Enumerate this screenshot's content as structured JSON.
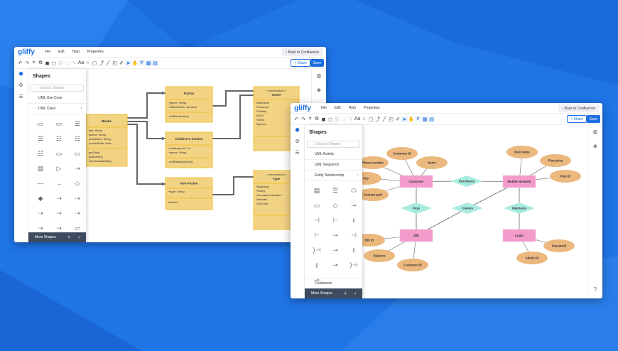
{
  "colors": {
    "background": "#1f74e6",
    "brand": "#1d6fe0",
    "uml_box": "#f2d384",
    "uml_border": "#f0c030",
    "er_entity": "#f39ccc",
    "er_relationship": "#a8ebdf",
    "er_attribute": "#ebb87e",
    "connector": "#666666"
  },
  "app": {
    "logo": "gliffy",
    "menu": [
      "File",
      "Edit",
      "Help",
      "Properties"
    ],
    "back_label": "Back to Confluence",
    "share_label": "Share",
    "save_label": "Save",
    "toolbar": [
      {
        "icon": "undo-icon",
        "g": "↶"
      },
      {
        "icon": "redo-icon",
        "g": "↷"
      },
      {
        "icon": "group-icon",
        "g": "⌗"
      },
      {
        "icon": "duplicate-icon",
        "g": "⧉"
      },
      {
        "icon": "bring-front-icon",
        "g": "◼"
      },
      {
        "icon": "send-back-icon",
        "g": "◻"
      },
      {
        "icon": "link-icon",
        "g": "⛓",
        "dis": true
      },
      {
        "icon": "comment-icon",
        "g": "▭",
        "dis": true
      },
      {
        "icon": "format-painter-icon",
        "g": "✎",
        "dis": true
      },
      {
        "icon": "text-icon",
        "g": "Aa"
      },
      {
        "icon": "ellipse-icon",
        "g": "○"
      },
      {
        "icon": "rectangle-icon",
        "g": "▢"
      },
      {
        "icon": "connector-icon",
        "g": "⤴"
      },
      {
        "icon": "line-icon",
        "g": "╱"
      },
      {
        "icon": "note-icon",
        "g": "◰"
      },
      {
        "icon": "pencil-icon",
        "g": "✐"
      },
      {
        "icon": "pointer-icon",
        "g": "➤",
        "act": true
      },
      {
        "icon": "hand-icon",
        "g": "✋"
      },
      {
        "icon": "grid-icon",
        "g": "#",
        "act": true
      },
      {
        "icon": "snap-grid-icon",
        "g": "▦",
        "act": true
      },
      {
        "icon": "layers-toggle-icon",
        "g": "▤",
        "act": true
      }
    ],
    "rail": [
      {
        "icon": "shapes-icon",
        "g": "⬟"
      },
      {
        "icon": "settings-icon",
        "g": "⚙"
      },
      {
        "icon": "data-icon",
        "g": "☰"
      }
    ],
    "right_rail": [
      {
        "icon": "palette-icon",
        "g": "◍"
      },
      {
        "icon": "layers-icon",
        "g": "◈"
      }
    ],
    "help_icon": "?"
  },
  "left_window": {
    "panel": {
      "title": "Shapes",
      "search_placeholder": "Search Shapes",
      "libraries": [
        "UML Use Case",
        "UML Class"
      ],
      "open_library_close": "×",
      "shapes": [
        "▭",
        "▭",
        "☰",
        "☰",
        "☷",
        "☷",
        "☷",
        "▭",
        "▭",
        "▤",
        "▷",
        "⇢",
        "—",
        "→",
        "◇",
        "◆",
        "⇢",
        "⇢",
        "⇢",
        "⇢",
        "⇢",
        "⇢",
        "⇢",
        "▱"
      ],
      "more_shapes": "More Shapes",
      "add": "+",
      "collapse": "‹"
    },
    "diagram": {
      "classes": [
        {
          "id": "books",
          "name": "Books",
          "attributes": [
            "title: String",
            "author: String",
            "publishers: String",
            "publishDate: Date"
          ],
          "methods": [
            "getTitle()",
            "getAuthor()",
            "checkAvailability()"
          ]
        },
        {
          "id": "fiction",
          "name": "Fiction",
          "attributes": [
            "+genre: String",
            "+isBestSeller: Boolean"
          ],
          "methods": [
            "-editBestSeller()"
          ]
        },
        {
          "id": "childrens",
          "name": "Children's Section",
          "attributes": [
            "-readingLevel: Int",
            "+genre: String"
          ],
          "methods": [
            "-editReadingLevel()"
          ]
        },
        {
          "id": "nonfiction",
          "name": "Non-Fiction",
          "attributes": [
            "+type: String"
          ],
          "methods": [
            "Method"
          ]
        },
        {
          "id": "genre",
          "stereotype": "<<enumeration>>",
          "name": "Genre",
          "attributes": [
            "Adventure",
            "Romance",
            "Fantasy",
            "Sci-Fi",
            "Horror",
            "Mystery"
          ],
          "methods": []
        },
        {
          "id": "type",
          "stereotype": "<<enumeration>>",
          "name": "Type",
          "attributes": [
            "Biography",
            "History",
            "Journals/Journalism",
            "Manuals",
            "Self-Help"
          ],
          "methods": []
        }
      ],
      "relations": [
        [
          "books",
          "fiction"
        ],
        [
          "books",
          "childrens"
        ],
        [
          "books",
          "nonfiction"
        ],
        [
          "fiction",
          "genre"
        ],
        [
          "childrens",
          "genre"
        ],
        [
          "nonfiction",
          "type"
        ]
      ]
    }
  },
  "right_window": {
    "panel": {
      "title": "Shapes",
      "search_placeholder": "Search Shapes",
      "libraries": [
        "UML Activity",
        "UML Sequence",
        "Entity Relationship"
      ],
      "open_library_close": "×",
      "shapes": [
        "▤",
        "☰",
        "⬭",
        "▭",
        "◇",
        "⊸",
        "⊣",
        "⊢",
        "⫲",
        "⊢",
        "⊸",
        "⊣",
        "⟩⊣",
        "⊸",
        "⫲",
        "⫲",
        "⊸",
        "⟩⊣",
        "⊸"
      ],
      "footer_library": "Containers",
      "more_shapes": "More Shapes",
      "add": "+",
      "collapse": "‹"
    },
    "diagram": {
      "entities": [
        "Customer",
        "Mobile Network",
        "Bill",
        "Login"
      ],
      "relationships": [
        "Purchases",
        "Pays",
        "Creates",
        "Maintains"
      ],
      "attributes": [
        {
          "label": "Customer ID",
          "of": "Customer"
        },
        {
          "label": "Phone number",
          "of": "Customer"
        },
        {
          "label": "Name",
          "of": "Customer"
        },
        {
          "label": "City",
          "of": "Customer"
        },
        {
          "label": "Amount paid",
          "of": "Customer"
        },
        {
          "label": "Plan name",
          "of": "Mobile Network"
        },
        {
          "label": "Plan price",
          "of": "Mobile Network"
        },
        {
          "label": "Plan ID",
          "of": "Mobile Network"
        },
        {
          "label": "Bill ID",
          "of": "Bill"
        },
        {
          "label": "Balance",
          "of": "Bill"
        },
        {
          "label": "Customer ID",
          "of": "Bill"
        },
        {
          "label": "Password",
          "of": "Login"
        },
        {
          "label": "Admin ID",
          "of": "Login"
        }
      ],
      "links": [
        [
          "Customer",
          "Purchases"
        ],
        [
          "Purchases",
          "Mobile Network"
        ],
        [
          "Customer",
          "Pays"
        ],
        [
          "Pays",
          "Bill"
        ],
        [
          "Bill",
          "Creates"
        ],
        [
          "Creates",
          "Mobile Network"
        ],
        [
          "Mobile Network",
          "Maintains"
        ],
        [
          "Maintains",
          "Login"
        ]
      ]
    }
  }
}
